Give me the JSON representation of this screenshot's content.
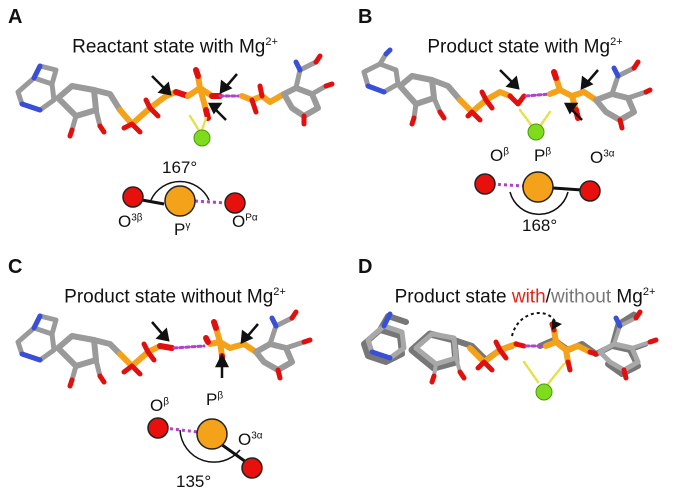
{
  "panels": {
    "a": {
      "label": "A",
      "title_pre": "Reactant state with Mg",
      "title_sup": "2+",
      "angle": "167°",
      "atom_left": "O",
      "atom_left_sup": "3β",
      "atom_center": "P",
      "atom_center_sup": "γ",
      "atom_right": "O",
      "atom_right_sup": "Pα"
    },
    "b": {
      "label": "B",
      "title_pre": "Product state with Mg",
      "title_sup": "2+",
      "angle": "168°",
      "atom_left": "O",
      "atom_left_sup": "β",
      "atom_center": "P",
      "atom_center_sup": "β",
      "atom_right": "O",
      "atom_right_sup": "3α"
    },
    "c": {
      "label": "C",
      "title_pre": "Product state without Mg",
      "title_sup": "2+",
      "angle": "135°",
      "atom_left": "O",
      "atom_left_sup": "β",
      "atom_center": "P",
      "atom_center_sup": "β",
      "atom_right": "O",
      "atom_right_sup": "3α"
    },
    "d": {
      "label": "D",
      "title_pre": "Product state ",
      "title_with": "with",
      "title_slash": "/",
      "title_without": "without",
      "title_mg": " Mg",
      "title_sup": "2+"
    }
  },
  "colors": {
    "oxygen": "#e0100f",
    "phosphorus": "#f5a21b",
    "magnesium": "#7fdc1c",
    "nitrogen": "#3a4fd8",
    "carbon": "#a8a8a8",
    "interaction": "#b041c8",
    "coordination": "#e8e04a",
    "title_red": "#e0251b"
  }
}
